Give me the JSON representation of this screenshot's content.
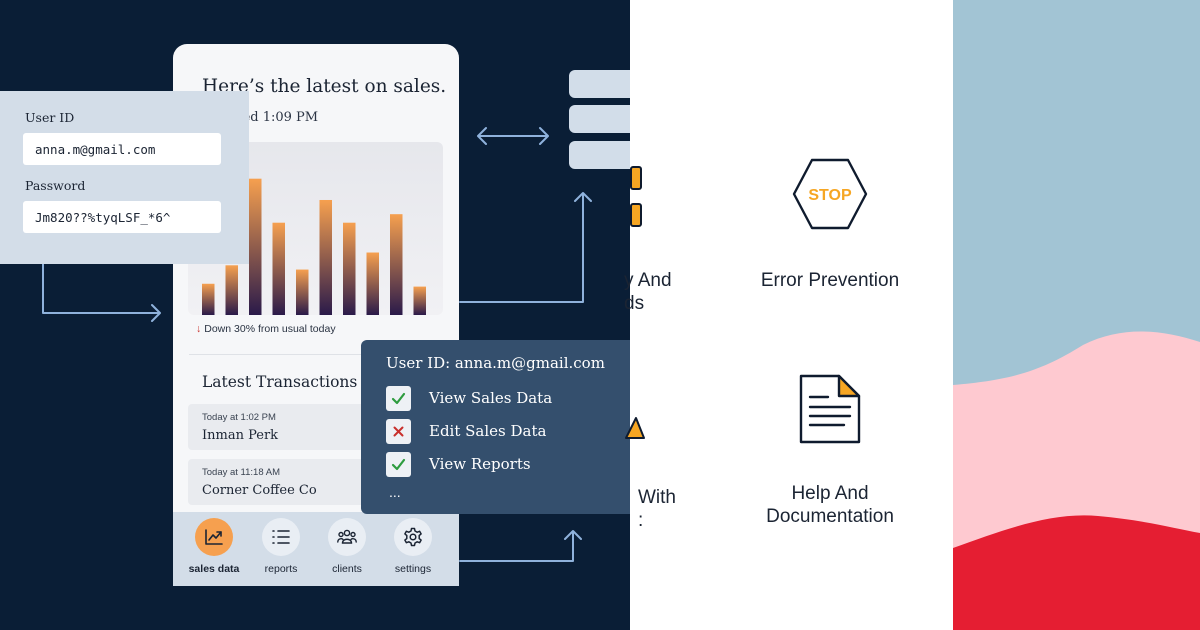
{
  "colors": {
    "navy_background": "#0a1e36",
    "light_panel": "#d3dde8",
    "permission_card": "#344f6d",
    "accent_orange": "#f6a04f",
    "check_green": "#2e9c3f",
    "cross_red": "#c8302c",
    "right_blue": "#a2c4d4",
    "right_pink": "#fec9d0",
    "right_red": "#e51e32"
  },
  "phone": {
    "title": "Here’s the latest on sales.",
    "updated": "Updated 1:09 PM",
    "trend": "Down 30% from usual today",
    "transactions_title": "Latest Transactions",
    "transactions": [
      {
        "time": "Today at 1:02 PM",
        "name": "Inman Perk"
      },
      {
        "time": "Today at 11:18 AM",
        "name": "Corner Coffee Co"
      }
    ],
    "nav": [
      {
        "label": "sales data",
        "icon": "line-chart-icon",
        "active": true
      },
      {
        "label": "reports",
        "icon": "list-icon",
        "active": false
      },
      {
        "label": "clients",
        "icon": "users-icon",
        "active": false
      },
      {
        "label": "settings",
        "icon": "gear-icon",
        "active": false
      }
    ]
  },
  "chart_data": {
    "type": "bar",
    "values": [
      0.22,
      0.35,
      0.96,
      0.65,
      0.32,
      0.81,
      0.65,
      0.44,
      0.71,
      0.2
    ],
    "ylim": [
      0,
      1
    ],
    "gradient": [
      "#f6a04f",
      "#2a1a4a"
    ]
  },
  "login": {
    "user_id_label": "User ID",
    "user_id_value": "anna.m@gmail.com",
    "password_label": "Password",
    "password_value": "Jm820??%tyqLSF_*6^"
  },
  "permissions": {
    "title": "User ID: anna.m@gmail.com",
    "items": [
      {
        "label": "View Sales Data",
        "state": "check",
        "icon": "check-icon"
      },
      {
        "label": "Edit Sales Data",
        "state": "cross",
        "icon": "close-icon"
      },
      {
        "label": "View Reports",
        "state": "check",
        "icon": "check-icon"
      }
    ],
    "more": "..."
  },
  "principles": {
    "top_left_label_line1": "y And",
    "top_left_label_line2": "ds",
    "top_right_label": "Error Prevention",
    "stop_text": "STOP",
    "bottom_left_label_line1": "With",
    "bottom_left_label_line2": ":",
    "bottom_right_label_line1": "Help And",
    "bottom_right_label_line2": "Documentation"
  }
}
